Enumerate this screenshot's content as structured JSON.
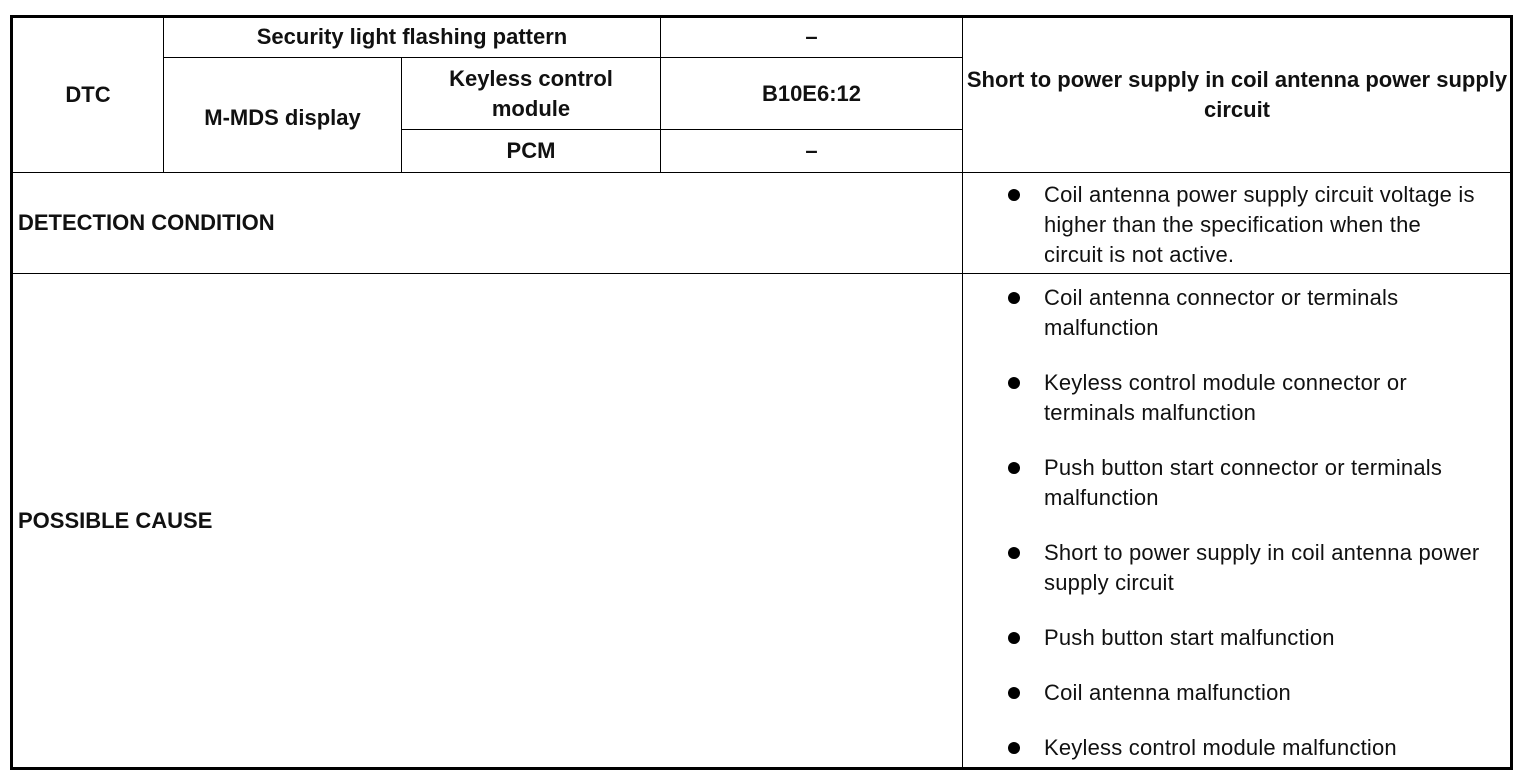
{
  "header": {
    "dtc_label": "DTC",
    "security_pattern_label": "Security light flashing pattern",
    "security_pattern_value": "–",
    "mmds_label": "M-MDS display",
    "keyless_label": "Keyless control module",
    "keyless_value": "B10E6:12",
    "pcm_label": "PCM",
    "pcm_value": "–",
    "description": "Short to power supply in coil antenna power supply circuit"
  },
  "detection": {
    "label": "DETECTION CONDITION",
    "items": [
      "Coil antenna power supply circuit voltage is higher than the specification when the circuit is not active."
    ]
  },
  "possible_cause": {
    "label": "POSSIBLE CAUSE",
    "items": [
      "Coil antenna connector or terminals malfunction",
      "Keyless control module connector or terminals malfunction",
      "Push button start connector or terminals malfunction",
      "Short to power supply in coil antenna power supply circuit",
      "Push button start malfunction",
      "Coil antenna malfunction",
      "Keyless control module malfunction"
    ]
  }
}
